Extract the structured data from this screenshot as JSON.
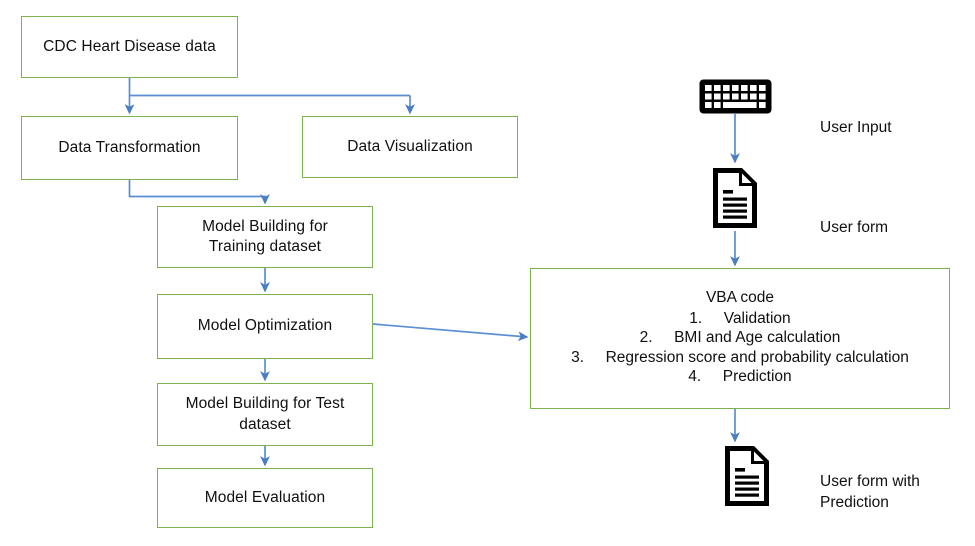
{
  "diagram": {
    "title": "Heart Disease Prediction Pipeline Flowchart",
    "accent_border": "#7cb34e",
    "connector_color": "#5b8fd4",
    "icon_color": "#000000",
    "background": "#ffffff"
  },
  "pipeline": {
    "nodes": [
      {
        "id": "cdc",
        "label": "CDC Heart Disease data"
      },
      {
        "id": "transform",
        "label": "Data Transformation"
      },
      {
        "id": "visualize",
        "label": "Data Visualization"
      },
      {
        "id": "build_train",
        "label": "Model Building for\nTraining dataset"
      },
      {
        "id": "optimize",
        "label": "Model Optimization"
      },
      {
        "id": "build_test",
        "label": "Model Building for Test\ndataset"
      },
      {
        "id": "evaluate",
        "label": "Model Evaluation"
      }
    ]
  },
  "application": {
    "vba": {
      "title": "VBA code",
      "steps": [
        {
          "number": "1.",
          "text": "Validation"
        },
        {
          "number": "2.",
          "text": "BMI and Age calculation"
        },
        {
          "number": "3.",
          "text": "Regression score and probability calculation"
        },
        {
          "number": "4.",
          "text": "Prediction"
        }
      ]
    },
    "icons": [
      {
        "id": "user_input",
        "icon": "keyboard-icon",
        "label": "User Input"
      },
      {
        "id": "user_form",
        "icon": "document-icon",
        "label": "User form"
      },
      {
        "id": "user_form_prediction",
        "icon": "document-icon",
        "label": "User form with\nPrediction"
      }
    ]
  }
}
